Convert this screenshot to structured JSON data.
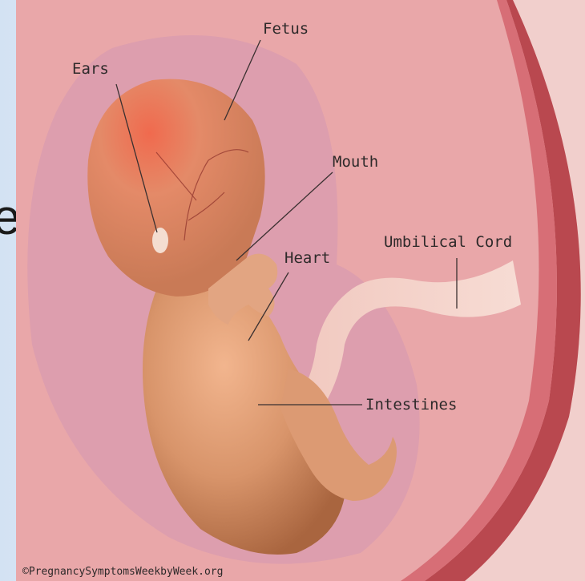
{
  "slide": {
    "visible_text_fragment": "e"
  },
  "diagram": {
    "labels": {
      "fetus": "Fetus",
      "ears": "Ears",
      "mouth": "Mouth",
      "heart": "Heart",
      "umbilical_cord": "Umbilical Cord",
      "intestines": "Intestines"
    },
    "copyright": "©PregnancySymptomsWeekbyWeek.org"
  },
  "colors": {
    "slide_background": "#e3edf8",
    "uterus_background": "#e9a7a9",
    "amniotic_sac": "#d89bb0",
    "uterine_wall": "#b9484f",
    "skin": "#e0a07a",
    "label_text": "#2e2a2a"
  }
}
